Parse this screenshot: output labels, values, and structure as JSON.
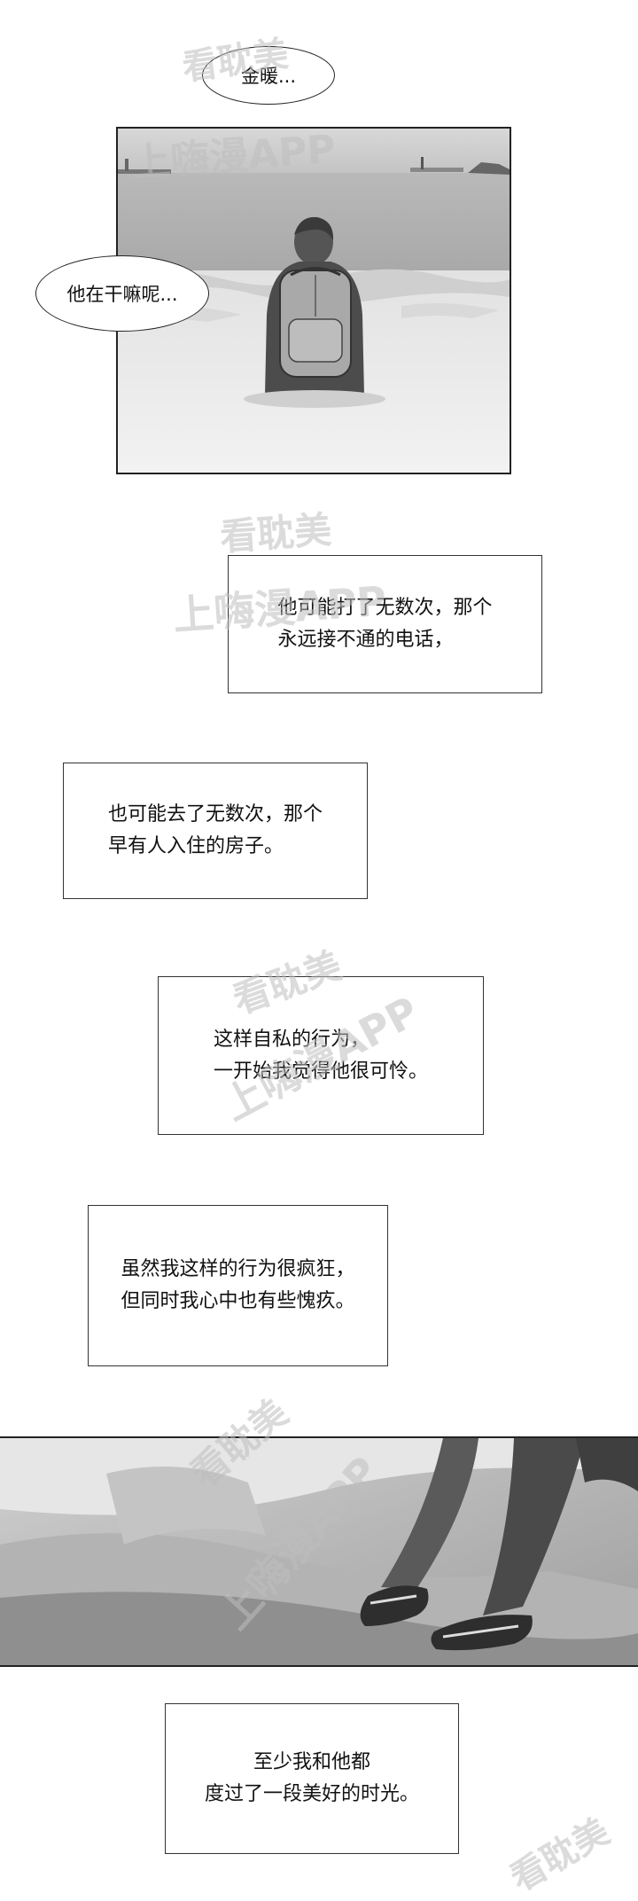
{
  "bubbles": {
    "first": "金暖...",
    "second": "他在干嘛呢..."
  },
  "captions": {
    "c1": "他可能打了无数次，那个\n永远接不通的电话，",
    "c2": "也可能去了无数次，那个\n早有人入住的房子。",
    "c3": "这样自私的行为，\n一开始我觉得他很可怜。",
    "c4": "虽然我这样的行为很疯狂，\n但同时我心中也有些愧疚。",
    "c5": "至少我和他都\n度过了一段美好的时光。"
  },
  "watermarks": {
    "site_a": "看耽美",
    "site_b": "上嗨漫APP"
  }
}
